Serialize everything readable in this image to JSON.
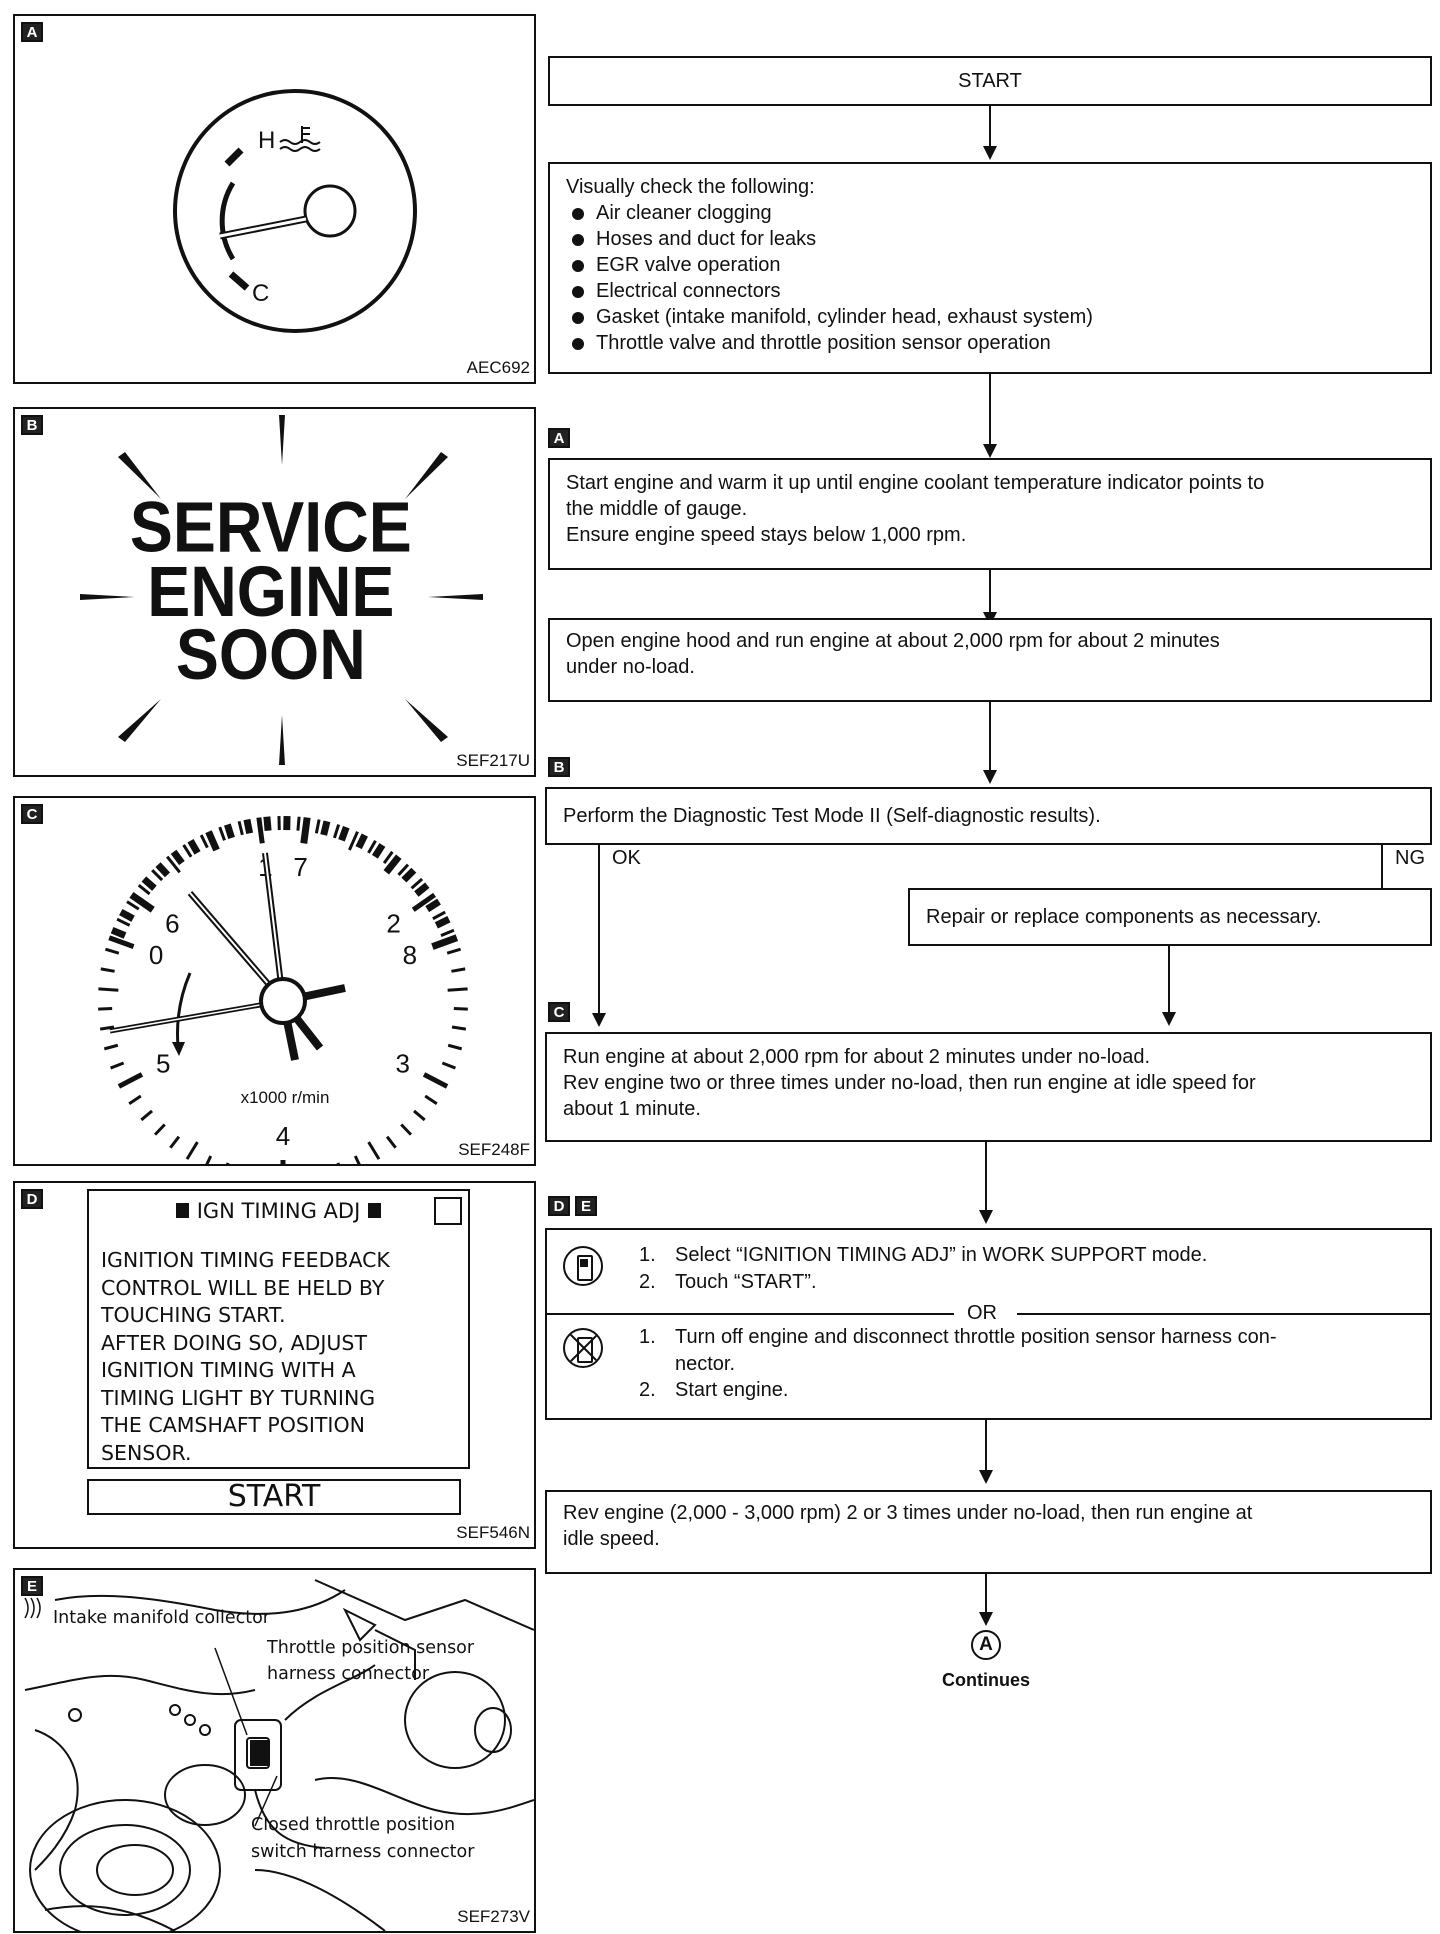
{
  "panels": {
    "a": {
      "tag": "A",
      "code": "AEC692",
      "gauge_h": "H",
      "gauge_c": "C"
    },
    "b": {
      "tag": "B",
      "code": "SEF217U",
      "light_lines": [
        "SERVICE",
        "ENGINE",
        "SOON"
      ]
    },
    "c": {
      "tag": "C",
      "code": "SEF248F",
      "tach_numbers": [
        "0",
        "1",
        "2",
        "3",
        "4",
        "5",
        "6",
        "7",
        "8"
      ],
      "tach_unit": "x1000 r/min"
    },
    "d": {
      "tag": "D",
      "code": "SEF546N",
      "screen_title": "IGN TIMING ADJ",
      "screen_lines": [
        "IGNITION TIMING FEEDBACK",
        "CONTROL WILL BE HELD BY",
        "TOUCHING START.",
        "AFTER DOING SO, ADJUST",
        "IGNITION TIMING WITH A",
        "TIMING LIGHT BY TURNING",
        "THE CAMSHAFT POSITION",
        "SENSOR."
      ],
      "start_button": "START"
    },
    "e": {
      "tag": "E",
      "code": "SEF273V",
      "label_collector": "Intake manifold collector",
      "label_tps": [
        "Throttle position sensor",
        "harness connector"
      ],
      "label_ctps": [
        "Closed throttle position",
        "switch harness connector"
      ]
    }
  },
  "flow": {
    "start": "START",
    "visual_check": {
      "intro": "Visually check the following:",
      "items": [
        "Air cleaner clogging",
        "Hoses and duct for leaks",
        "EGR valve operation",
        "Electrical connectors",
        "Gasket (intake manifold, cylinder head, exhaust system)",
        "Throttle valve and throttle position sensor operation"
      ]
    },
    "tag_a": "A",
    "warm_up": [
      "Start engine and warm it up until engine coolant temperature indicator points to",
      "the middle of gauge.",
      "Ensure engine speed stays below 1,000 rpm."
    ],
    "hood": [
      "Open engine hood and run engine at about 2,000 rpm for about 2 minutes",
      "under no-load."
    ],
    "tag_b": "B",
    "diag": "Perform the Diagnostic Test Mode II (Self-diagnostic results).",
    "ok": "OK",
    "ng": "NG",
    "repair": "Repair or replace components as necessary.",
    "tag_c": "C",
    "run": [
      "Run engine at about 2,000 rpm for about 2 minutes under no-load.",
      "Rev engine two or three times under no-load, then run engine at idle speed for",
      "about 1 minute."
    ],
    "tag_d": "D",
    "tag_e": "E",
    "consult_steps": [
      "Select “IGNITION TIMING ADJ” in WORK SUPPORT mode.",
      "Touch “START”."
    ],
    "or": "OR",
    "manual_steps": [
      "Turn off engine and disconnect throttle position sensor harness con-",
      "nector.",
      "Start engine."
    ],
    "rev": [
      "Rev engine (2,000 - 3,000 rpm) 2 or 3 times under no-load, then run engine at",
      "idle speed."
    ],
    "continue_symbol": "A",
    "continues": "Continues"
  }
}
